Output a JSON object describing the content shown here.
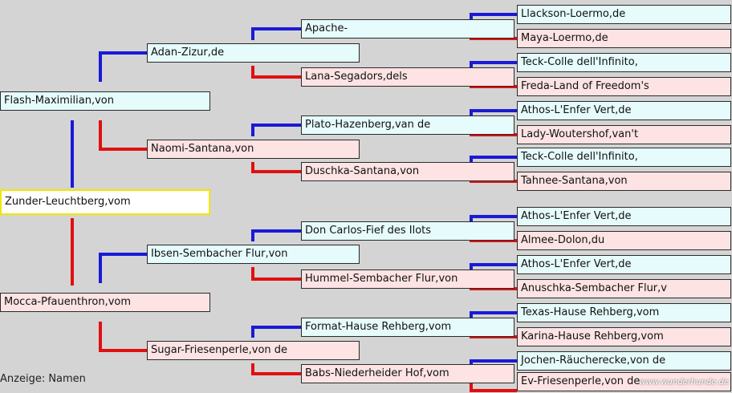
{
  "colors": {
    "sire_line": "#1a1ad6",
    "dam_line": "#e01010",
    "male_box": "#e6fbfb",
    "female_box": "#fde3e3",
    "root_border": "#f2e600"
  },
  "root": "Zunder-Leuchtberg,vom",
  "gen1": [
    "Flash-Maximilian,von",
    "Mocca-Pfauenthron,vom"
  ],
  "gen2": [
    "Adan-Zizur,de",
    "Naomi-Santana,von",
    "Ibsen-Sembacher Flur,von",
    "Sugar-Friesenperle,von de"
  ],
  "gen3": [
    "Apache-",
    "Lana-Segadors,dels",
    "Plato-Hazenberg,van de",
    "Duschka-Santana,von",
    "Don Carlos-Fief des Ilots",
    "Hummel-Sembacher Flur,von",
    "Format-Hause Rehberg,vom",
    "Babs-Niederheider Hof,vom"
  ],
  "gen4": [
    "Llackson-Loermo,de",
    "Maya-Loermo,de",
    "Teck-Colle dell'Infinito,",
    "Freda-Land of Freedom's",
    "Athos-L'Enfer Vert,de",
    "Lady-Woutershof,van't",
    "Teck-Colle dell'Infinito,",
    "Tahnee-Santana,von",
    "Athos-L'Enfer Vert,de",
    "Almee-Dolon,du",
    "Athos-L'Enfer Vert,de",
    "Anuschka-Sembacher Flur,v",
    "Texas-Hause Rehberg,vom",
    "Karina-Hause Rehberg,vom",
    "Jochen-Räucherecke,von de",
    "Ev-Friesenperle,von de"
  ],
  "footer": {
    "display_mode": "Anzeige: Namen",
    "watermark": "www.wunderhunde.de"
  }
}
